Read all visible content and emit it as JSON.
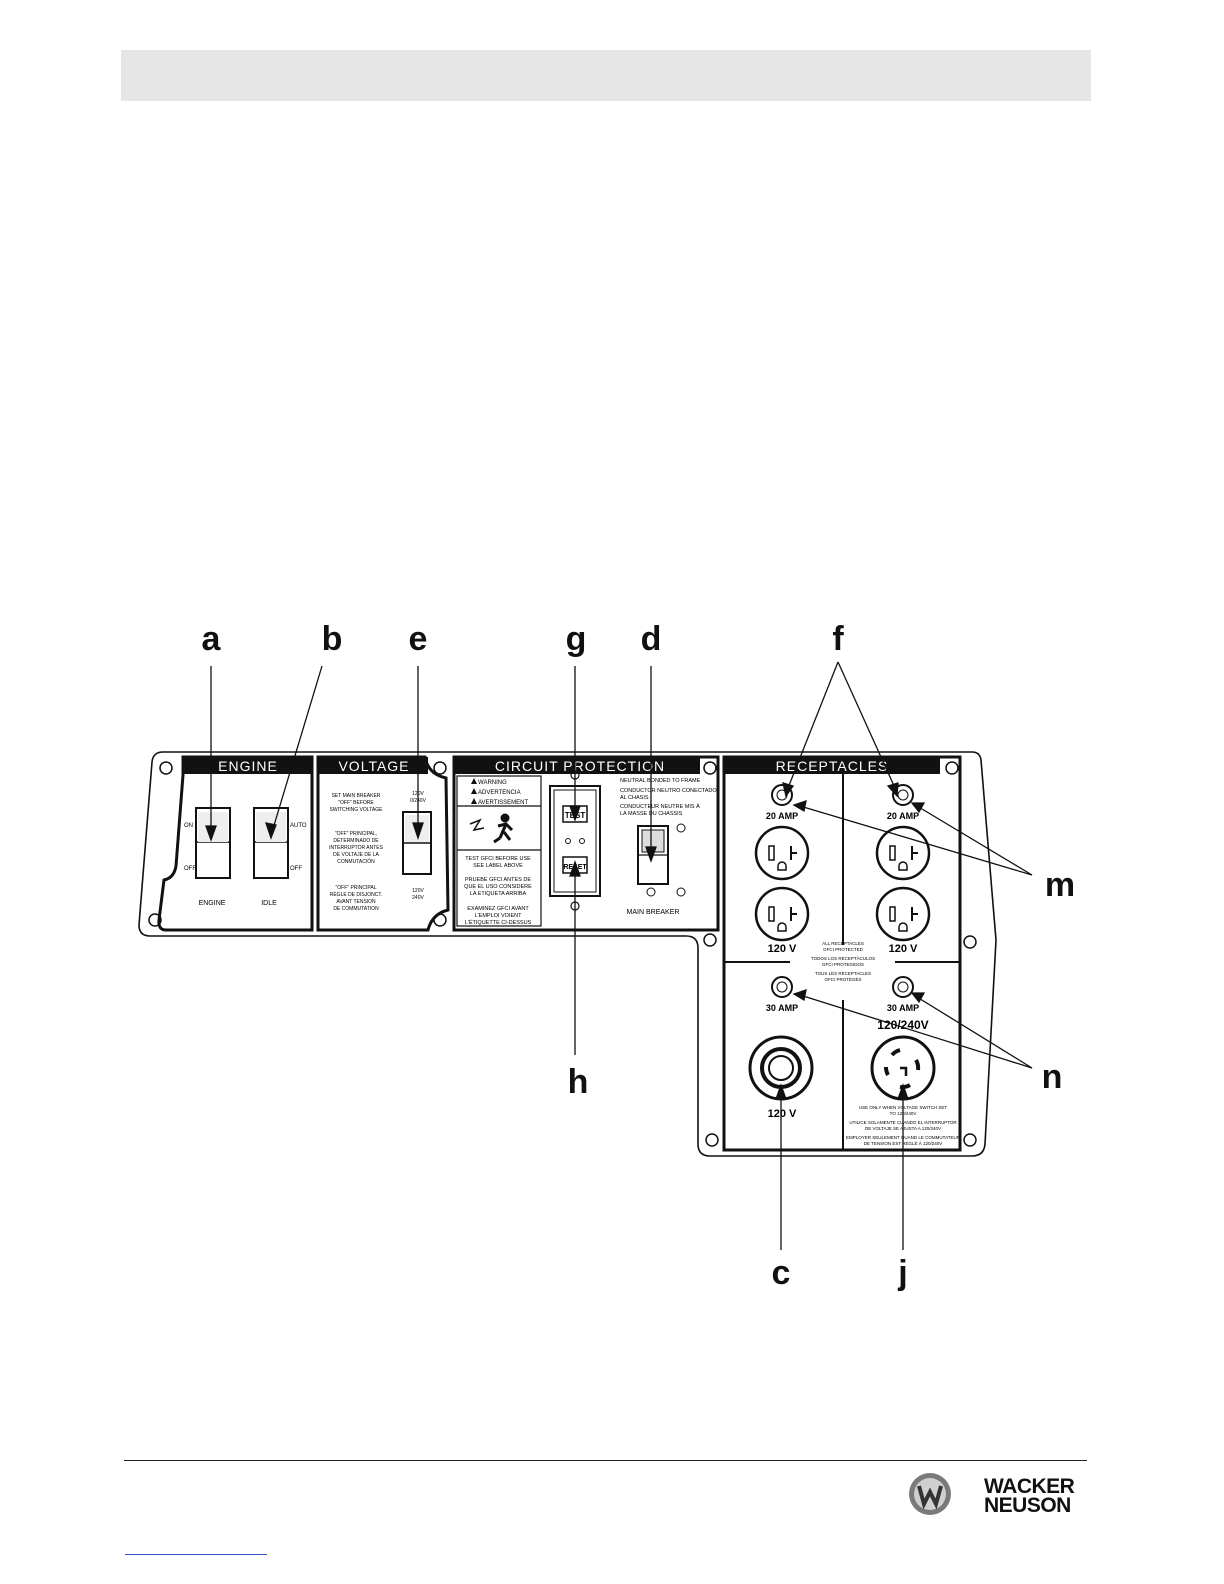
{
  "panels": {
    "engine": {
      "title": "ENGINE",
      "switch_engine": {
        "on": "ON",
        "off": "OFF",
        "label": "ENGINE"
      },
      "switch_idle": {
        "auto": "AUTO",
        "off": "OFF",
        "label": "IDLE"
      }
    },
    "voltage": {
      "title": "VOLTAGE",
      "note_en": [
        "SET MAIN BREAKER",
        "\"OFF\" BEFORE",
        "SWITCHING VOLTAGE"
      ],
      "note_es": [
        "\"OFF\" PRINCIPAL,",
        "DETERMINADO DE",
        "INTERRUPTOR ANTES",
        "DE VOLTAJE DE LA",
        "CONMUTACIÓN"
      ],
      "note_fr": [
        "\"OFF\" PRINCIPAL",
        "RÈGLE DE DISJONCT.",
        "AVANT TENSION",
        "DE COMMUTATION"
      ],
      "pos_top": [
        "120V",
        "0/240V"
      ],
      "pos_bottom": [
        "120V",
        "240V"
      ]
    },
    "circuit": {
      "title": "CIRCUIT  PROTECTION",
      "warnings": [
        "WARNING",
        "ADVERTENCIA",
        "AVERTISSEMENT"
      ],
      "gfci_en": [
        "TEST GFCI BEFORE USE",
        "SEE LABEL ABOVE"
      ],
      "gfci_es": [
        "PRUEBE GFCI ANTES DE",
        "QUE EL USO CONSIDERE",
        "LA ETIQUETA ARRIBA"
      ],
      "gfci_fr": [
        "EXAMINEZ GFCI AVANT",
        "L'EMPLOI VOIENT",
        "L'ÉTIQUETTE CI-DESSUS"
      ],
      "gfci_test": "TEST",
      "gfci_reset": "RESET",
      "neutral": [
        "NEUTRAL BONDED TO FRAME",
        "CONDUCTOR NEUTRO CONECTADO",
        "AL CHASIS",
        "CONDUCTEUR NEUTRE MIS À",
        "LA MASSE DU CHASSIS"
      ],
      "breaker_label": "MAIN BREAKER"
    },
    "receptacles": {
      "title": "RECEPTACLES",
      "amp_20": "20 AMP",
      "amp_30": "30 AMP",
      "v120": "120 V",
      "v120_240": "120/240V",
      "gfci_note": [
        "ALL RECEPTACLES",
        "GFCI PROTECTED",
        "TODOS LOS RECEPTÁCULOS",
        "GFCI PROTEGIDOS",
        "TOUS LES RÉCEPTACLES",
        "GFCI PROTÉGÉS"
      ],
      "twist_note": [
        "USE ONLY WHEN VOLTAGE SWITCH SET",
        "TO 120/240V",
        "UTILICE SOLAMENTE CUANDO EL INTERRUPTOR",
        "DE VOLTAJE SE AJUSTA A 120/240V",
        "EMPLOYER SEULEMENT QUAND LE COMMUTATEUR",
        "DE TENSION EST RÉGLÉ À 120/240V"
      ]
    }
  },
  "callouts": {
    "a": "a",
    "b": "b",
    "e": "e",
    "g": "g",
    "d": "d",
    "f": "f",
    "m": "m",
    "h": "h",
    "n": "n",
    "c": "c",
    "j": "j"
  },
  "brand": {
    "line1": "WACKER",
    "line2": "NEUSON"
  }
}
